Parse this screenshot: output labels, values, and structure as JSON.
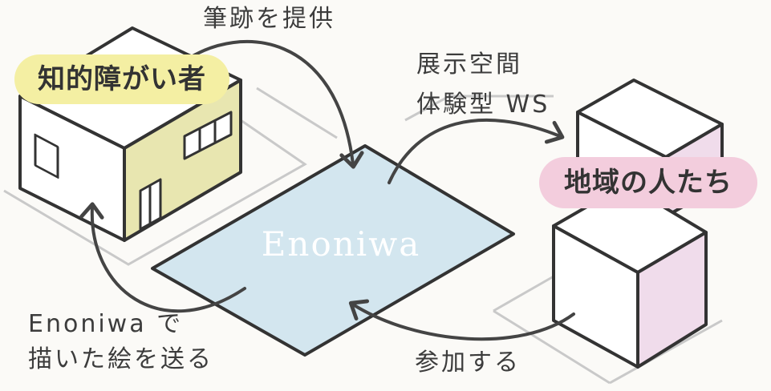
{
  "nodes": {
    "disabled_people": "知的障がい者",
    "local_people": "地域の人たち",
    "center": "Enoniwa"
  },
  "edges": {
    "provide_handwriting": "筆跡を提供",
    "exhibition_line1": "展示空間",
    "exhibition_line2": "体験型 WS",
    "send_line1": "Enoniwa で",
    "send_line2": "描いた絵を送る",
    "participate": "参加する"
  },
  "colors": {
    "yellow_highlight": "#f4efa3",
    "pink_highlight": "#f3cddd",
    "center_fill": "#d3e6ef",
    "house_side": "#e8e6b0",
    "cube_side": "#f0dceb",
    "outline": "#333333",
    "ground_lines": "#c8c8c8"
  }
}
